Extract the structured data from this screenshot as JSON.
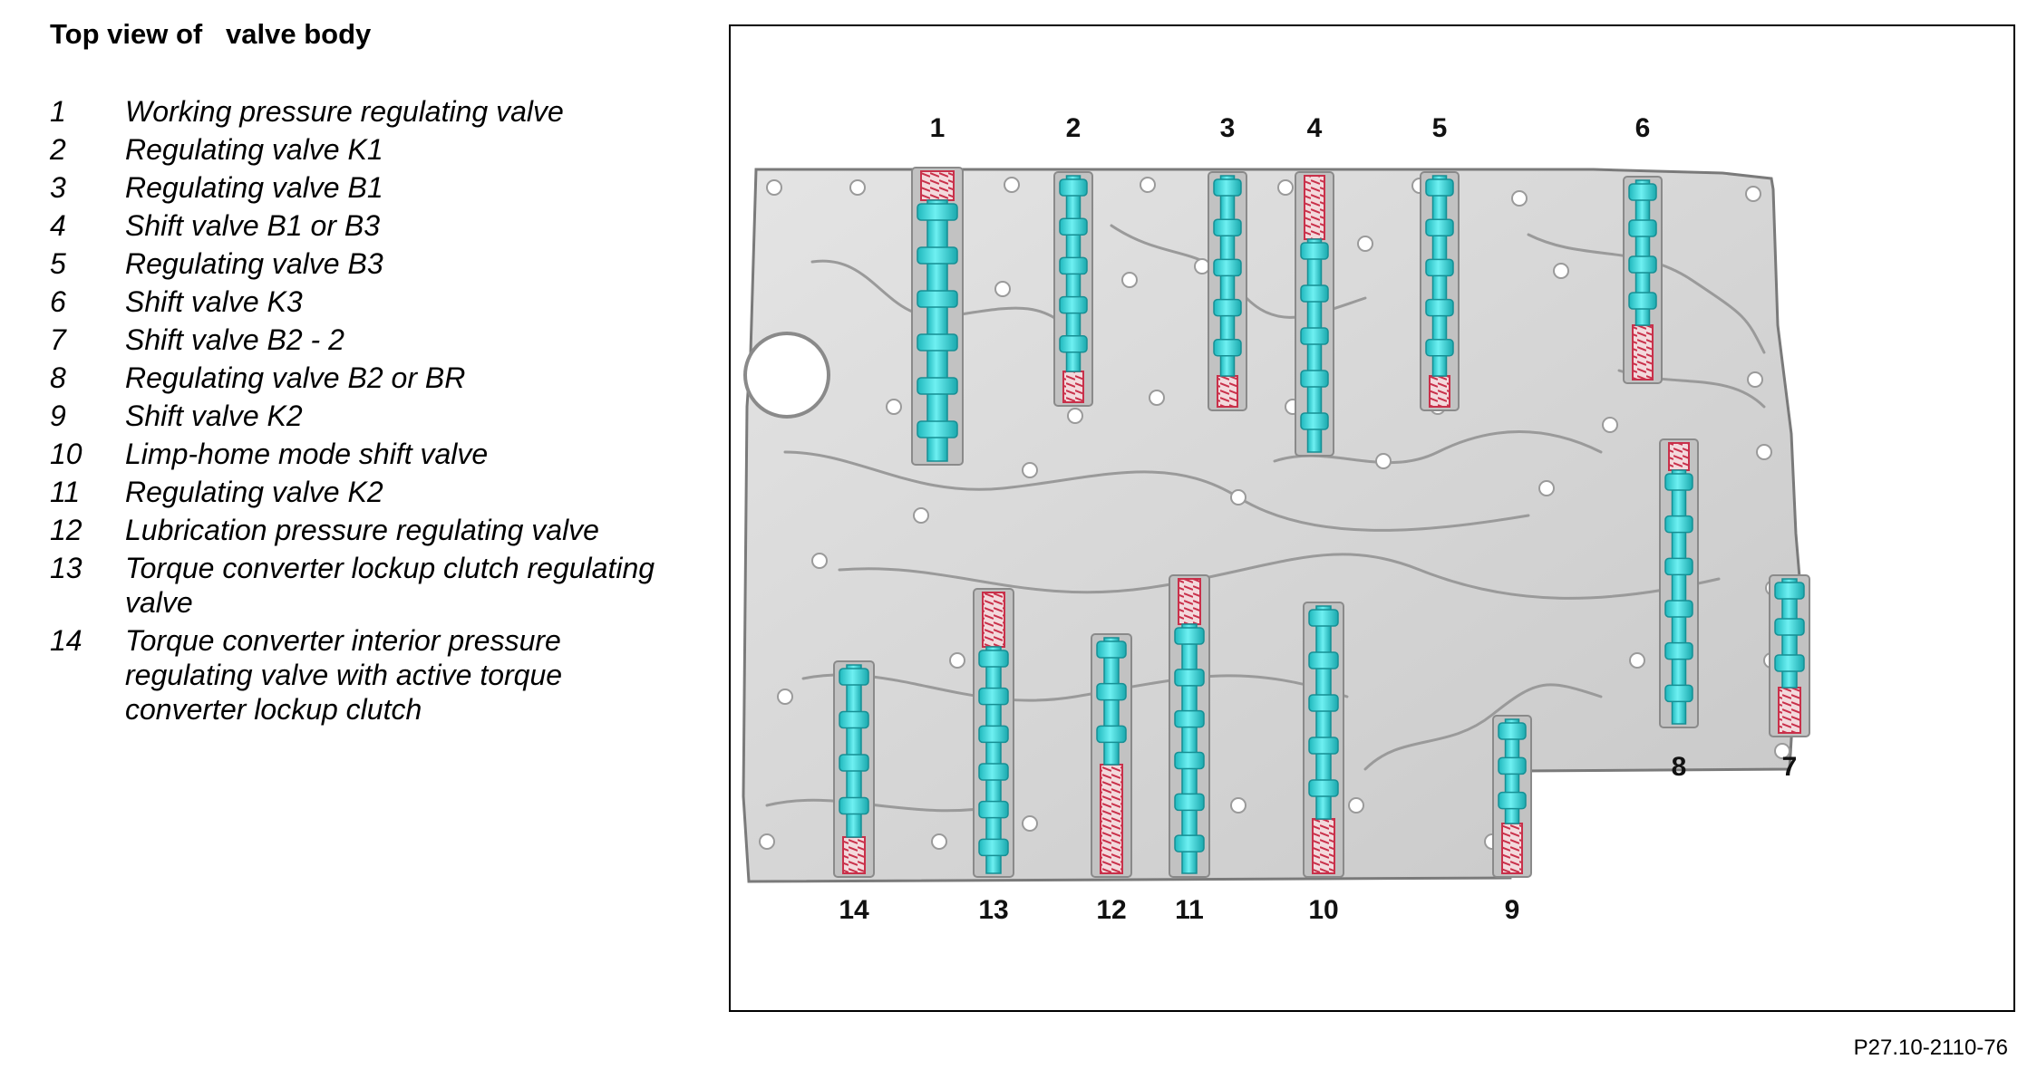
{
  "title": "Top view of   valve body",
  "legend": [
    {
      "num": "1",
      "text": "Working pressure regulating valve"
    },
    {
      "num": "2",
      "text": "Regulating valve K1"
    },
    {
      "num": "3",
      "text": "Regulating valve B1"
    },
    {
      "num": "4",
      "text": "Shift valve B1 or B3"
    },
    {
      "num": "5",
      "text": "Regulating valve B3"
    },
    {
      "num": "6",
      "text": "Shift valve K3"
    },
    {
      "num": "7",
      "text": "Shift valve B2 - 2"
    },
    {
      "num": "8",
      "text": "Regulating valve B2 or BR"
    },
    {
      "num": "9",
      "text": "Shift valve K2"
    },
    {
      "num": "10",
      "text": "Limp-home mode shift valve"
    },
    {
      "num": "11",
      "text": "Regulating valve K2"
    },
    {
      "num": "12",
      "text": "Lubrication pressure regulating valve"
    },
    {
      "num": "13",
      "text": "Torque converter lockup clutch regulating valve"
    },
    {
      "num": "14",
      "text": "Torque converter interior pressure regulating valve with active torque converter lockup clutch"
    }
  ],
  "figure_ref": "P27.10-2110-76",
  "colors": {
    "valve": "#3fd9dd",
    "spring": "#c9304a",
    "body": "#d6d6d6"
  }
}
